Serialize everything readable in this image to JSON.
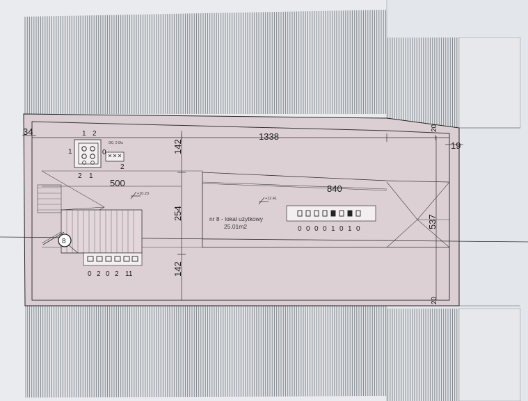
{
  "plan": {
    "room_label": "nr 8 - lokal użytkowy",
    "room_area": "25.01m2",
    "dims": {
      "total_length": "1338",
      "left_width": "500",
      "right_width": "840",
      "top_band": "142",
      "middle_band": "254",
      "bottom_band": "142",
      "right_height": "537",
      "left_offset": "34",
      "top_right_offset": "20",
      "bottom_right_offset": "20",
      "right_edge_offset": "19"
    },
    "levels": {
      "left": "+10.23",
      "right": "+12.41"
    },
    "stair_marker": "8",
    "vent_block": {
      "top_labels": [
        "1",
        "2"
      ],
      "bottom_labels": [
        "2",
        "1"
      ],
      "left_label": "1",
      "side_left_label": "0",
      "side_bottom_label": "2",
      "note": "0/0, 0 0/u"
    },
    "socket_rows": {
      "right_values": [
        "0",
        "0",
        "0",
        "0",
        "1",
        "0",
        "1",
        "0"
      ],
      "bottom_values": [
        "0",
        "2",
        "0",
        "2",
        "11"
      ]
    }
  },
  "colors": {
    "paper": "#e9ebee",
    "room_fill": "#ddd0d5",
    "hatch": "#757b80",
    "line": "#1f1f1f"
  }
}
